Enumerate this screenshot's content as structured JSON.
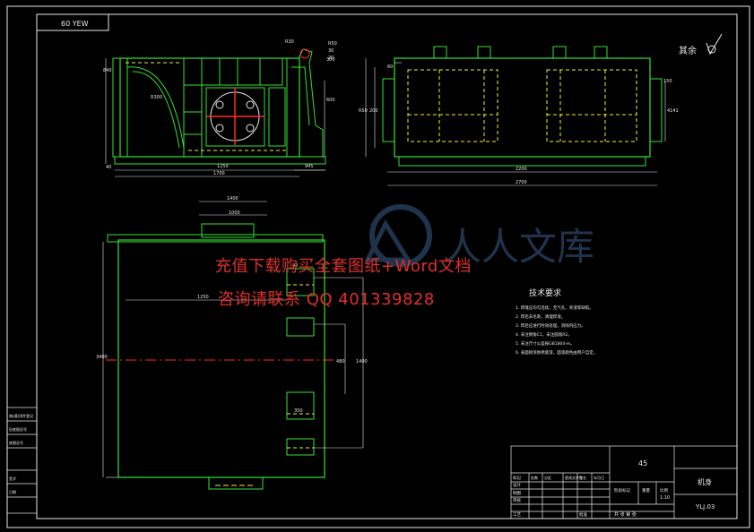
{
  "drawing": {
    "scale_label": "60 YEW",
    "remainder_label": "其余",
    "tech_title": "技术要求",
    "tech_items": [
      "1. 焊缝应均匀连续，无气孔、夹渣等缺陷。",
      "2. 焊后去毛刺，清理焊渣。",
      "3. 焊后应进行时效处理，消除内应力。",
      "4. 未注倒角C1，未注圆角R2。",
      "5. 未注尺寸公差按GB1804-m。",
      "6. 表面喷涂防锈底漆，面漆颜色由用户自定。"
    ]
  },
  "dimensions": {
    "top_left": [
      "R30",
      "R50",
      "1250",
      "1700",
      "840",
      "R300",
      "600",
      "300",
      "945",
      "40",
      "30",
      "20"
    ],
    "top_right": [
      "60",
      "150",
      "R50",
      "2200",
      "2700",
      "200",
      "4141"
    ],
    "bottom": [
      "1400",
      "1000",
      "1250",
      "3400",
      "1400",
      "40",
      "480",
      "350"
    ]
  },
  "title_block": {
    "material": "45",
    "part_name": "机身",
    "drawing_no": "YLJ.03",
    "scale_cell": "1:10",
    "sheet_text": "共  张  第  张",
    "rows": [
      "标记",
      "设计",
      "制图",
      "审核",
      "工艺"
    ],
    "header_cells": [
      "处数",
      "分区",
      "更改文件号",
      "签名",
      "年月日"
    ],
    "stage_cells": [
      "阶段标记",
      "重量",
      "比例"
    ],
    "approve": "批准"
  },
  "side_table": [
    "借(通)用件登记",
    "旧底图总号",
    "底图总号",
    "签字",
    "日期"
  ],
  "watermark": {
    "line1": "充值下载购买全套图纸+Word文档",
    "line2": "咨询请联系 QQ 401339828",
    "logo_text": "人人文库"
  }
}
